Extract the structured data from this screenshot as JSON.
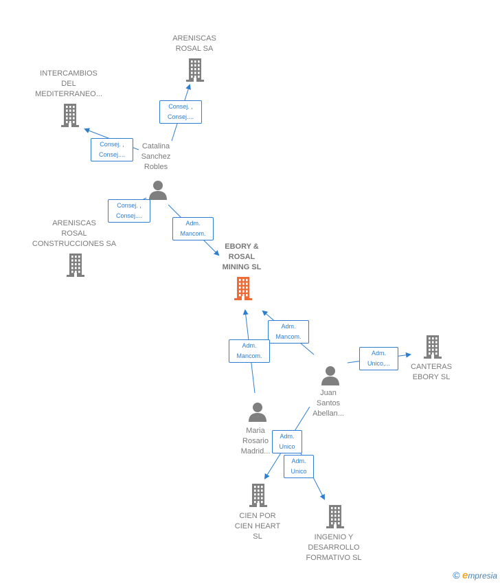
{
  "colors": {
    "company": "#7f7f7f",
    "main": "#f06a35",
    "person": "#7f7f7f",
    "edge": "#2d7dd2"
  },
  "nodes": {
    "areniscas_rosal_sa": {
      "lines": [
        "ARENISCAS",
        "ROSAL SA"
      ],
      "kind": "company"
    },
    "intercambios": {
      "lines": [
        "INTERCAMBIOS",
        "DEL",
        "MEDITERRANEO..."
      ],
      "kind": "company"
    },
    "catalina": {
      "lines": [
        "Catalina",
        "Sanchez",
        "Robles"
      ],
      "kind": "person"
    },
    "areniscas_construcciones": {
      "lines": [
        "ARENISCAS",
        "ROSAL",
        "CONSTRUCCIONES SA"
      ],
      "kind": "company"
    },
    "ebory_rosal": {
      "lines": [
        "EBORY &",
        "ROSAL",
        "MINING  SL"
      ],
      "kind": "main"
    },
    "juan": {
      "lines": [
        "Juan",
        "Santos",
        "Abellan..."
      ],
      "kind": "person"
    },
    "canteras": {
      "lines": [
        "CANTERAS",
        "EBORY  SL"
      ],
      "kind": "company"
    },
    "maria": {
      "lines": [
        "Maria",
        "Rosario",
        "Madrid..."
      ],
      "kind": "person"
    },
    "cien_por_cien": {
      "lines": [
        "CIEN POR",
        "CIEN HEART",
        "SL"
      ],
      "kind": "company"
    },
    "ingenio": {
      "lines": [
        "INGENIO Y",
        "DESARROLLO",
        "FORMATIVO SL"
      ],
      "kind": "company"
    }
  },
  "roles": {
    "r1": [
      "Consej. ,",
      "Consej...."
    ],
    "r2": [
      "Consej. ,",
      "Consej...."
    ],
    "r3": [
      "Consej. ,",
      "Consej...."
    ],
    "r4": [
      "Adm.",
      "Mancom."
    ],
    "r5": [
      "Adm.",
      "Mancom."
    ],
    "r6": [
      "Adm.",
      "Mancom."
    ],
    "r7": [
      "Adm.",
      "Unico,..."
    ],
    "r8": [
      "Adm.",
      "Unico"
    ],
    "r9": [
      "Adm.",
      "Unico"
    ]
  },
  "brand": {
    "copyright": "©",
    "initial": "e",
    "name": "mpresia"
  }
}
